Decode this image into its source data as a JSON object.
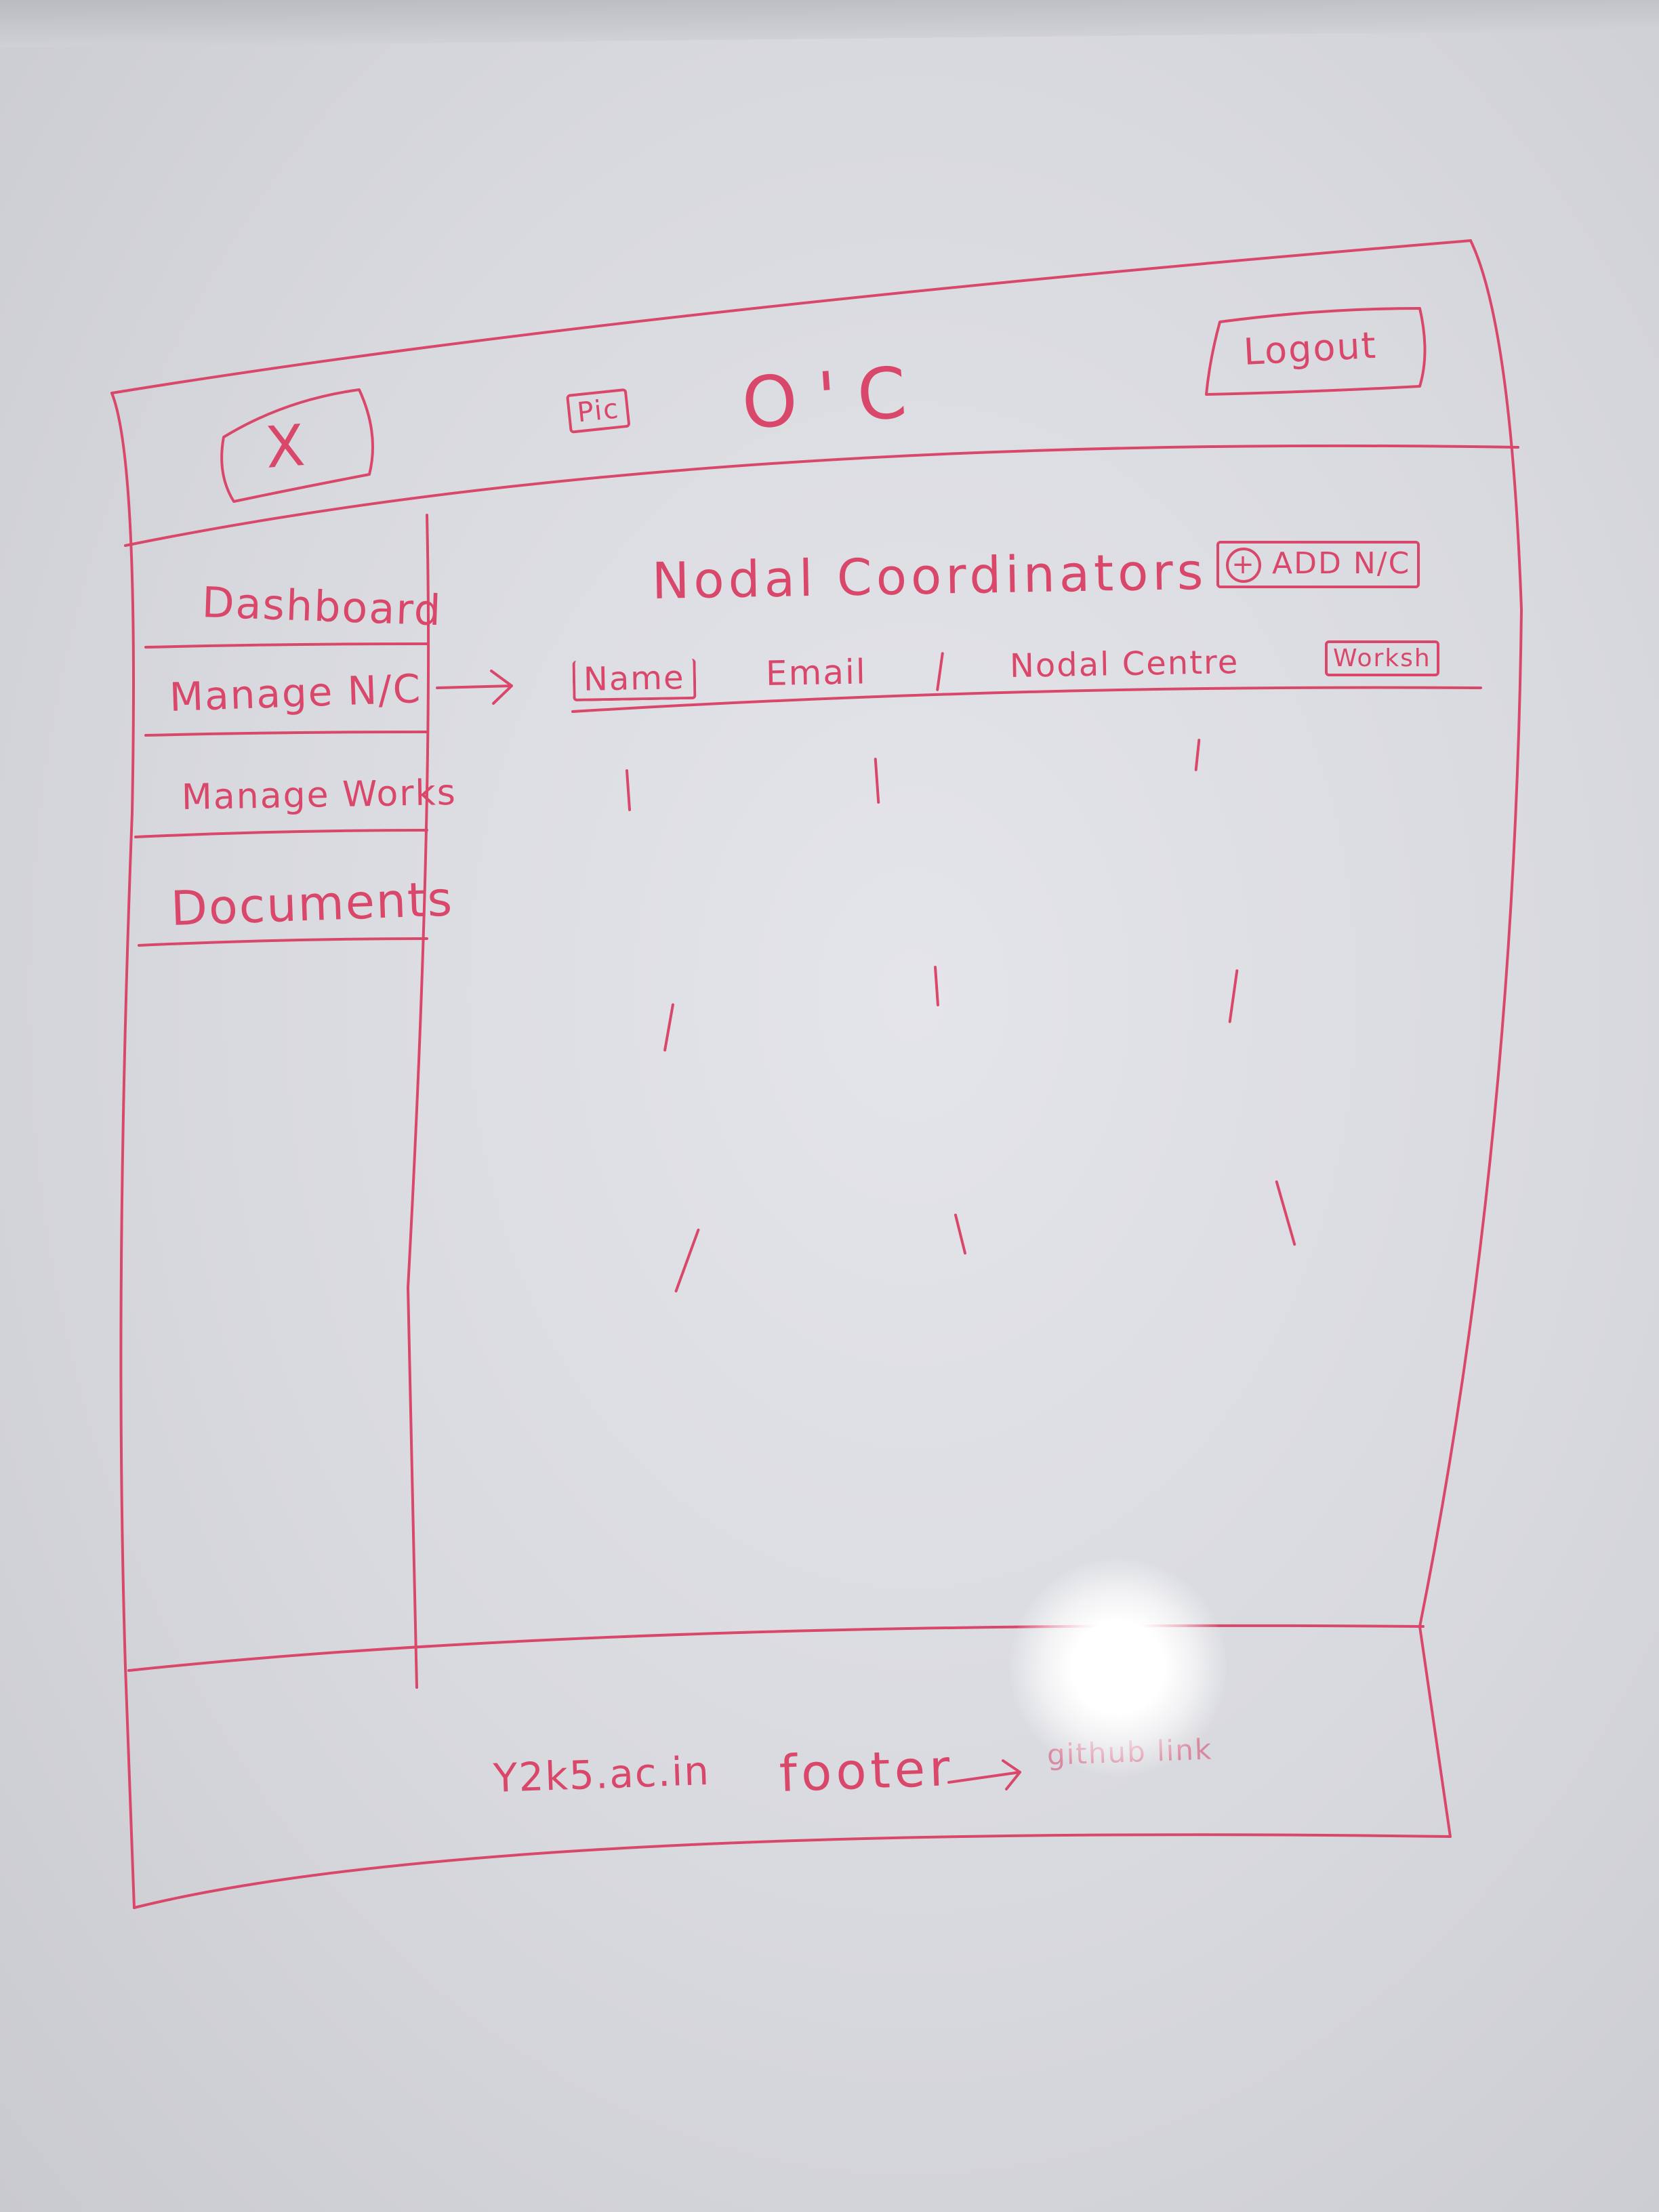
{
  "header": {
    "close_glyph": "X",
    "pic_label": "Pic",
    "title": "O'C",
    "logout_label": "Logout"
  },
  "sidebar": {
    "items": [
      {
        "label": "Dashboard"
      },
      {
        "label": "Manage N/C"
      },
      {
        "label": "Manage Works"
      },
      {
        "label": "Documents"
      }
    ]
  },
  "main": {
    "page_title": "Nodal Coordinators",
    "add_button_label": "ADD N/C",
    "add_icon": "plus-circle-icon",
    "table": {
      "columns": [
        "Name",
        "Email",
        "Nodal Centre",
        "Worksh"
      ],
      "row_count": 3
    }
  },
  "annotations": {
    "arrow_glyph": "→"
  },
  "footer": {
    "text": "Y2k5.ac.in",
    "label": "footer",
    "arrow_glyph": "→",
    "note": "github link"
  },
  "colors": {
    "marker": "#d9476a",
    "board": "#dcdde2"
  }
}
